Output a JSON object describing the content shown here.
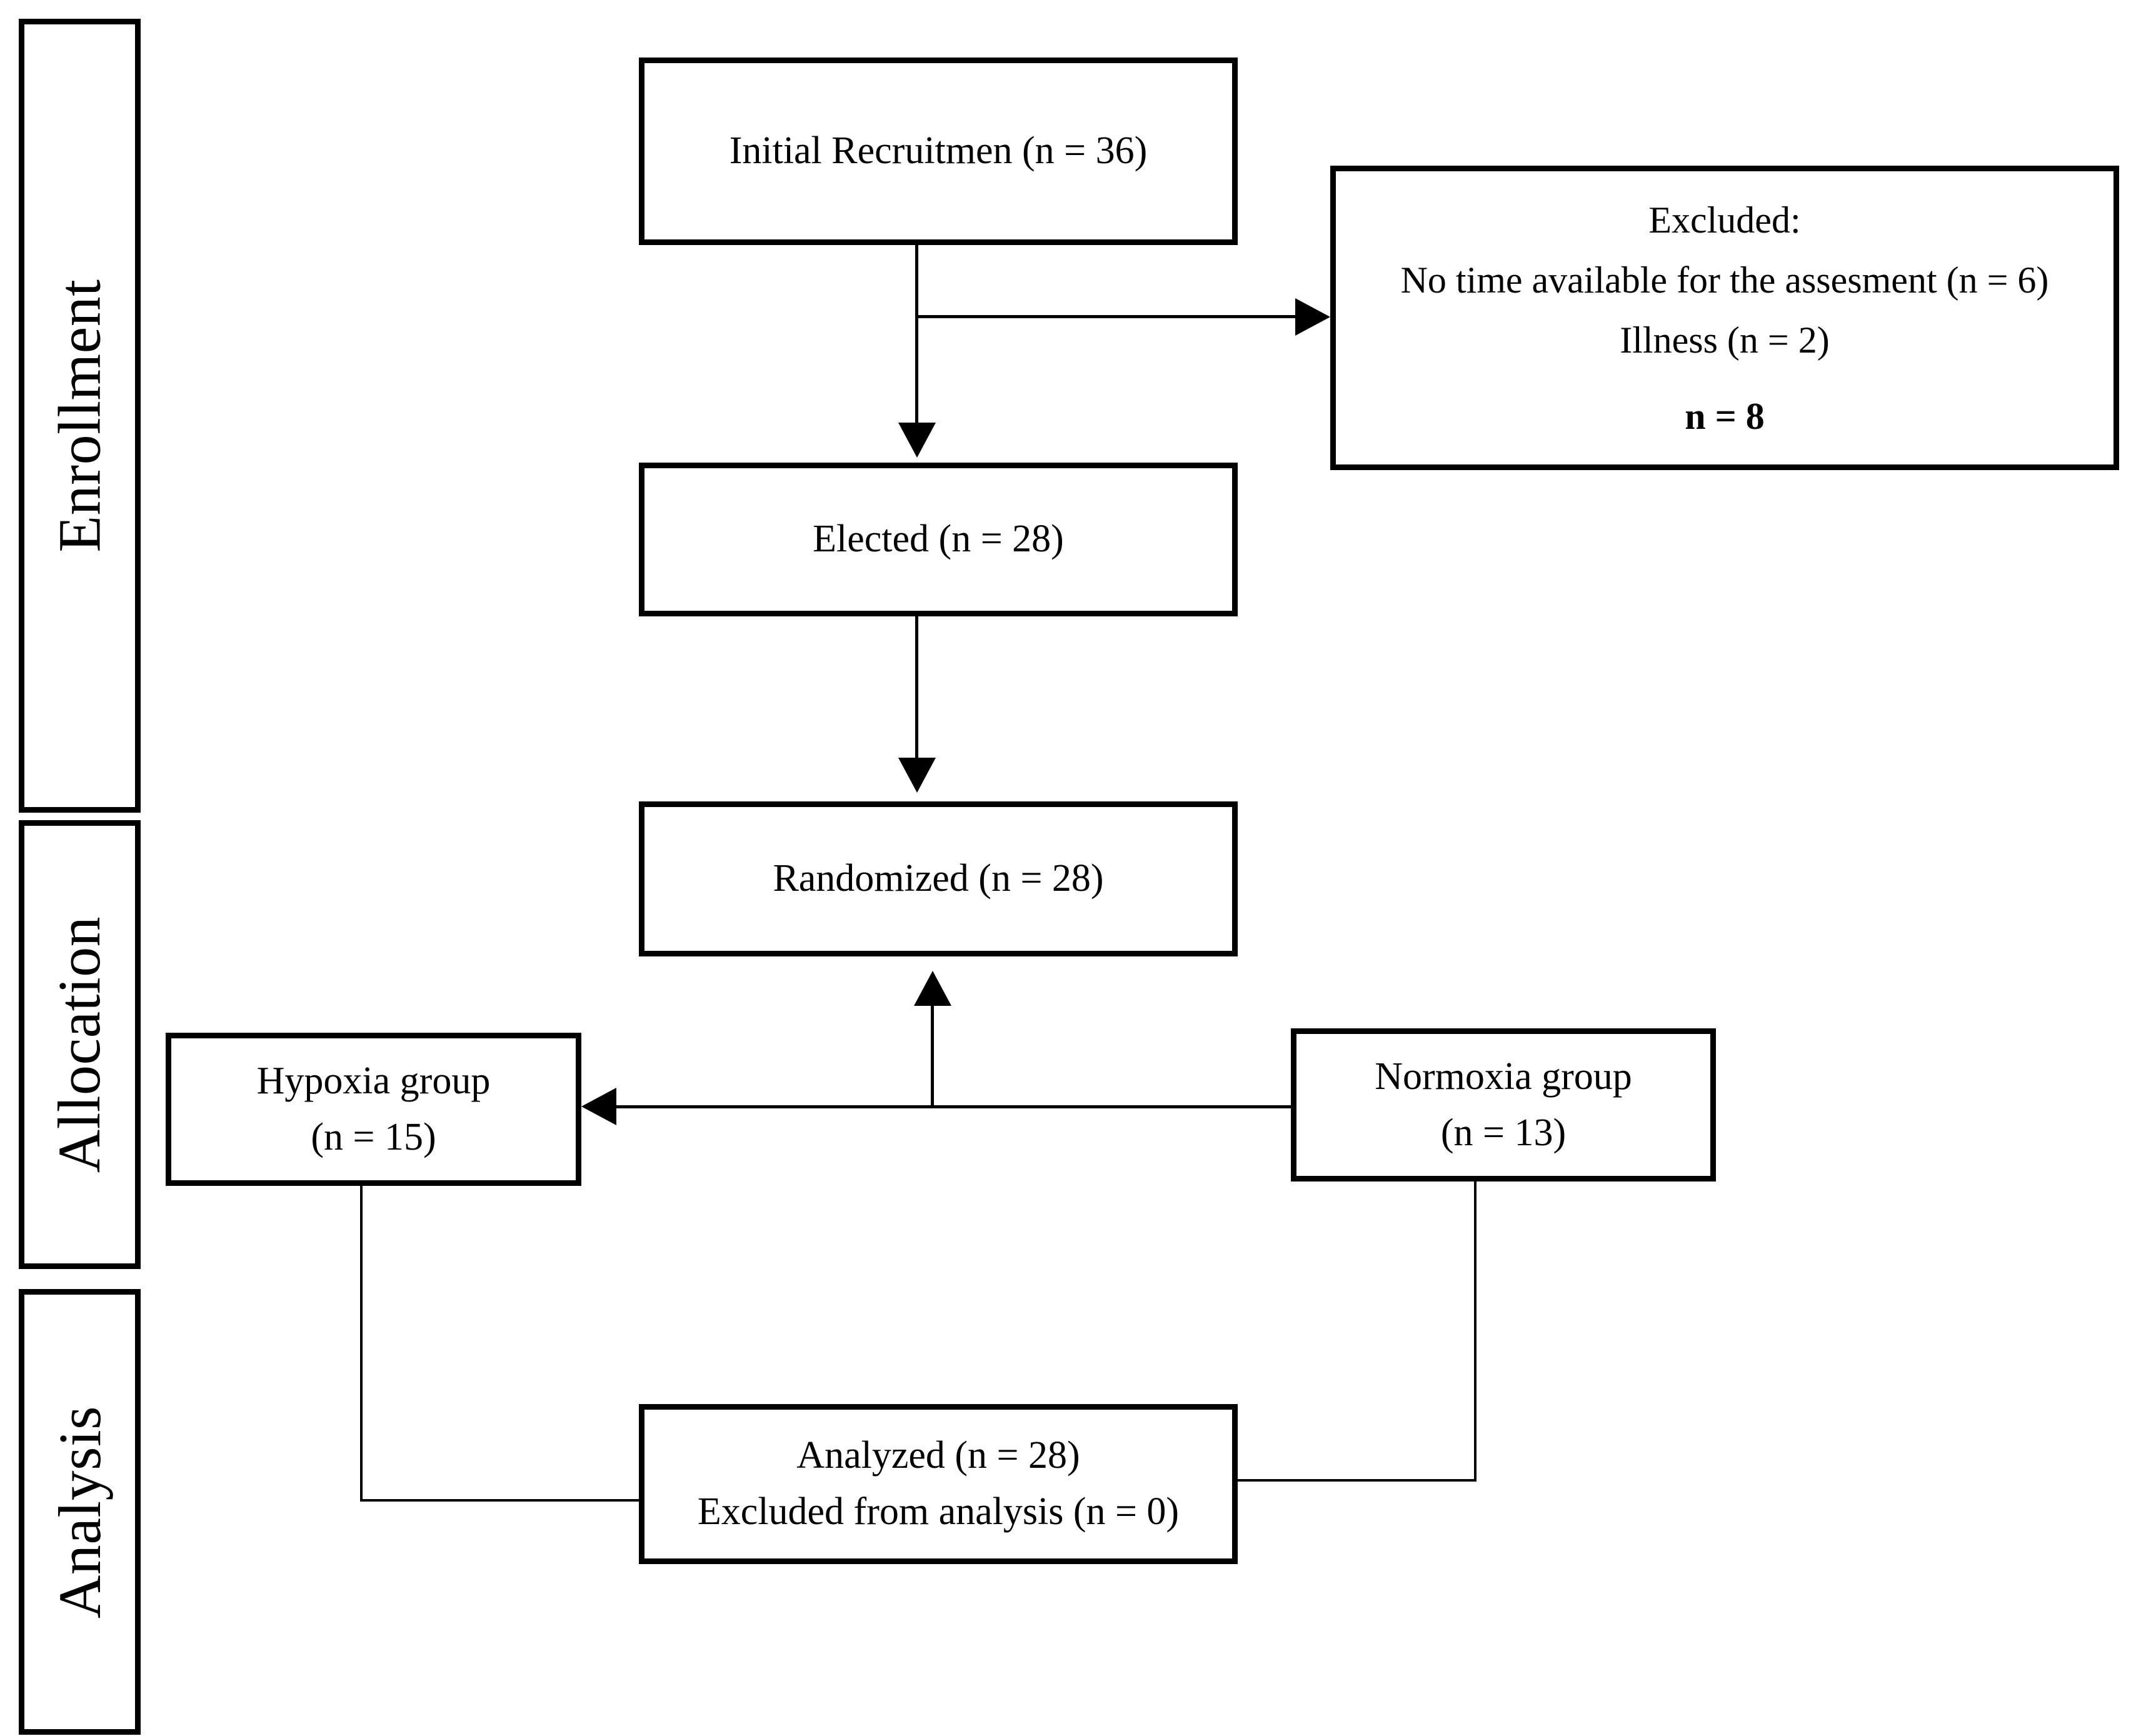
{
  "diagram": {
    "type": "consort-flow-diagram",
    "stages": [
      {
        "id": "enrollment",
        "label": "Enrollment"
      },
      {
        "id": "allocation",
        "label": "Allocation"
      },
      {
        "id": "analysis",
        "label": "Analysis"
      }
    ],
    "nodes": {
      "initial_recruitment": {
        "line1": "Initial Recruitmen (n = 36)"
      },
      "excluded": {
        "line1": "Excluded:",
        "line2": "No time available for the assesment (n = 6)",
        "line3": "Illness (n = 2)",
        "line4": "n = 8"
      },
      "elected": {
        "line1": "Elected (n = 28)"
      },
      "randomized": {
        "line1": "Randomized (n = 28)"
      },
      "hypoxia": {
        "line1": "Hypoxia group",
        "line2": "(n = 15)"
      },
      "normoxia": {
        "line1": "Normoxia group",
        "line2": "(n = 13)"
      },
      "analyzed": {
        "line1": "Analyzed (n = 28)",
        "line2": "Excluded from analysis (n = 0)"
      }
    },
    "counts": {
      "initial_recruitment": 36,
      "excluded_total": 8,
      "excluded_no_time": 6,
      "excluded_illness": 2,
      "elected": 28,
      "randomized": 28,
      "hypoxia": 15,
      "normoxia": 13,
      "analyzed": 28,
      "excluded_from_analysis": 0
    },
    "colors": {
      "stroke": "#000000",
      "background": "#ffffff",
      "text": "#000000"
    }
  }
}
